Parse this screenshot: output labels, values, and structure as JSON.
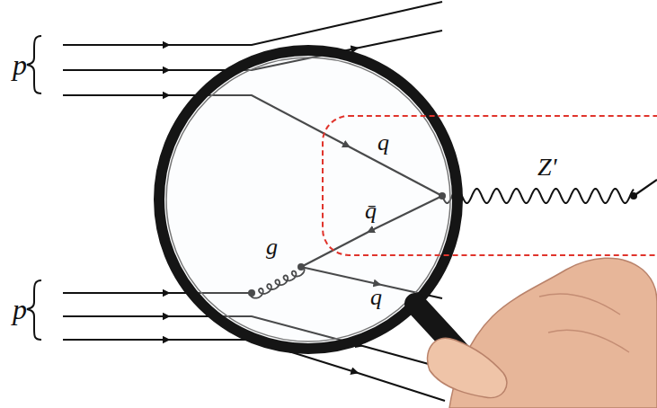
{
  "diagram": {
    "nodes": [
      {
        "text": [
          "q",
          "q̄",
          "Z'"
        ]
      }
    ],
    "labels": [
      "p",
      "g",
      "q",
      "p"
    ]
  }
}
